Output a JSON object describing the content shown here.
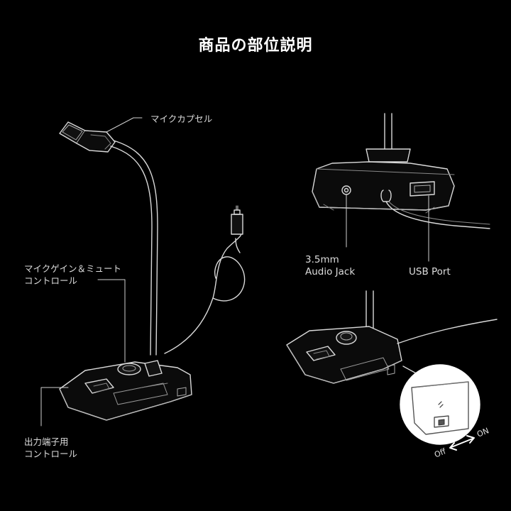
{
  "title": "商品の部位説明",
  "labels": {
    "capsule": "マイクカプセル",
    "gain_line1": "マイクゲイン＆ミュート",
    "gain_line2": "コントロール",
    "output_line1": "出力端子用",
    "output_line2": "コントロール",
    "audio_line1": "3.5mm",
    "audio_line2": "Audio Jack",
    "usb": "USB Port",
    "off": "Off",
    "on": "ON"
  },
  "colors": {
    "background": "#000000",
    "line": "#d9d9d9",
    "text": "#e6e6e6"
  }
}
